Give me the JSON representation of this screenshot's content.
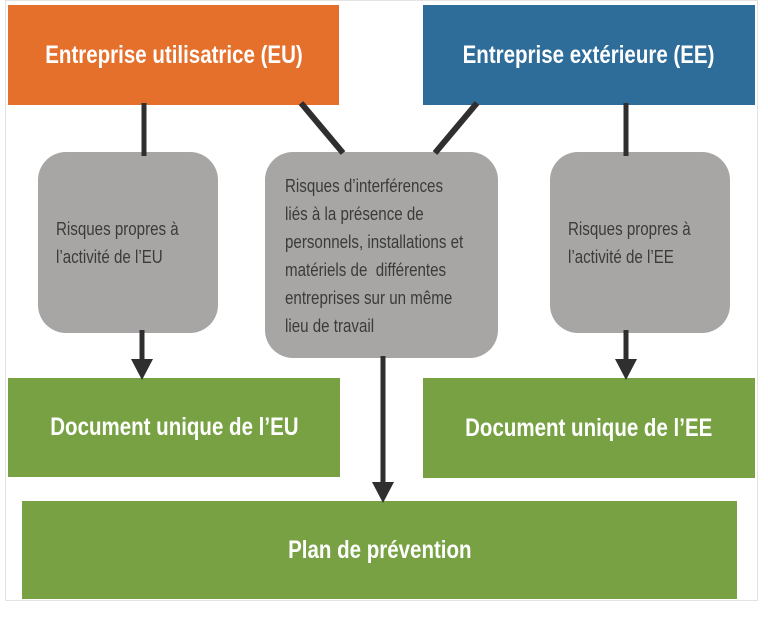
{
  "nodes": {
    "entreprise_eu": "Entreprise utilisatrice (EU)",
    "entreprise_ee": "Entreprise extérieure (EE)",
    "risques_eu": "Risques propres à\nl’activité de l’EU",
    "risques_interferences": "Risques d’interférences\nliés à la présence de\npersonnels, installations et\nmatériels de  différentes\nentreprises sur un même\nlieu de travail",
    "risques_ee": "Risques propres à\nl’activité de l’EE",
    "document_unique_eu": "Document unique de l’EU",
    "document_unique_ee": "Document unique de l’EE",
    "plan_prevention": "Plan de prévention"
  },
  "colors": {
    "orange": "#e5702c",
    "blue": "#2e6c99",
    "gray": "#a7a6a4",
    "graytext": "#3b3b3b",
    "green": "#77a143",
    "arrow": "#2f2f2f"
  }
}
